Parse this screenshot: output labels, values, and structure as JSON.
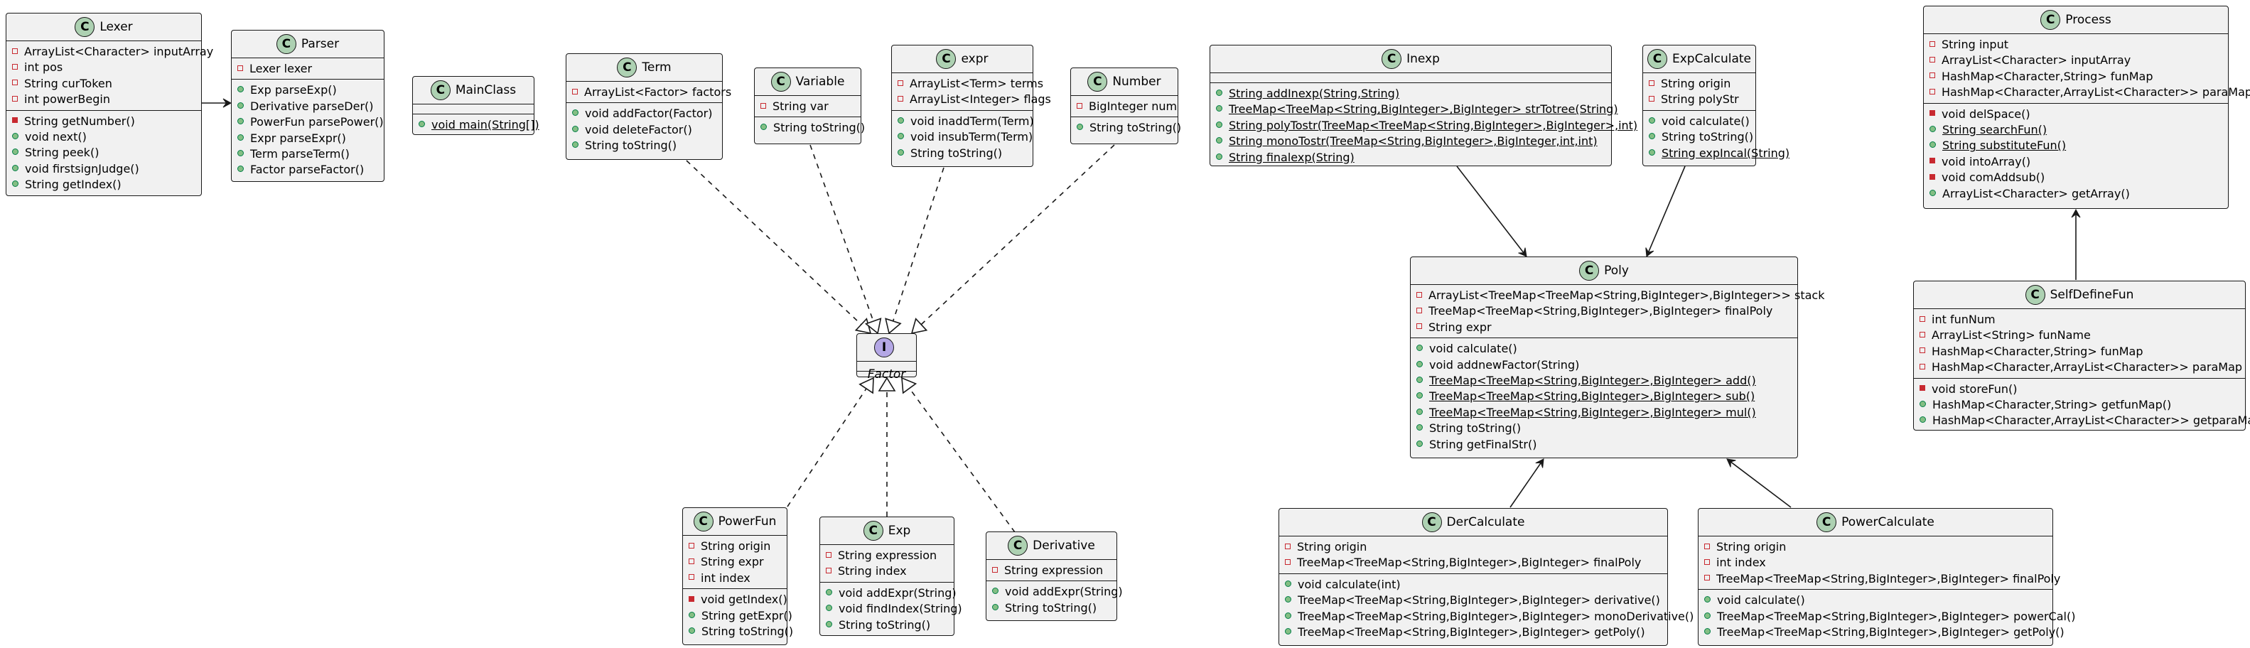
{
  "classes": [
    {
      "id": "Lexer",
      "kind": "class",
      "name": "Lexer",
      "fields": [
        {
          "vis": "private",
          "text": "ArrayList<Character> inputArray"
        },
        {
          "vis": "private",
          "text": "int pos"
        },
        {
          "vis": "private",
          "text": "String curToken"
        },
        {
          "vis": "private",
          "text": "int powerBegin"
        }
      ],
      "methods": [
        {
          "vis": "private",
          "text": "String getNumber()"
        },
        {
          "vis": "public",
          "text": "void next()"
        },
        {
          "vis": "public",
          "text": "String peek()"
        },
        {
          "vis": "public",
          "text": "void firstsignJudge()"
        },
        {
          "vis": "public",
          "text": "String getIndex()"
        }
      ]
    },
    {
      "id": "Parser",
      "kind": "class",
      "name": "Parser",
      "fields": [
        {
          "vis": "private",
          "text": "Lexer lexer"
        }
      ],
      "methods": [
        {
          "vis": "public",
          "text": "Exp parseExp()"
        },
        {
          "vis": "public",
          "text": "Derivative parseDer()"
        },
        {
          "vis": "public",
          "text": "PowerFun parsePower()"
        },
        {
          "vis": "public",
          "text": "Expr parseExpr()"
        },
        {
          "vis": "public",
          "text": "Term parseTerm()"
        },
        {
          "vis": "public",
          "text": "Factor parseFactor()"
        }
      ]
    },
    {
      "id": "MainClass",
      "kind": "class",
      "name": "MainClass",
      "fields": [],
      "methods": [
        {
          "vis": "public",
          "text": "void main(String[])",
          "static": true
        }
      ]
    },
    {
      "id": "Term",
      "kind": "class",
      "name": "Term",
      "fields": [
        {
          "vis": "private",
          "text": "ArrayList<Factor> factors"
        }
      ],
      "methods": [
        {
          "vis": "public",
          "text": "void addFactor(Factor)"
        },
        {
          "vis": "public",
          "text": "void deleteFactor()"
        },
        {
          "vis": "public",
          "text": "String toString()"
        }
      ]
    },
    {
      "id": "Variable",
      "kind": "class",
      "name": "Variable",
      "fields": [
        {
          "vis": "private",
          "text": "String var"
        }
      ],
      "methods": [
        {
          "vis": "public",
          "text": "String toString()"
        }
      ]
    },
    {
      "id": "expr",
      "kind": "class",
      "name": "expr",
      "fields": [
        {
          "vis": "private",
          "text": "ArrayList<Term> terms"
        },
        {
          "vis": "private",
          "text": "ArrayList<Integer> flags"
        }
      ],
      "methods": [
        {
          "vis": "public",
          "text": "void inaddTerm(Term)"
        },
        {
          "vis": "public",
          "text": "void insubTerm(Term)"
        },
        {
          "vis": "public",
          "text": "String toString()"
        }
      ]
    },
    {
      "id": "Number",
      "kind": "class",
      "name": "Number",
      "fields": [
        {
          "vis": "private",
          "text": "BigInteger num"
        }
      ],
      "methods": [
        {
          "vis": "public",
          "text": "String toString()"
        }
      ]
    },
    {
      "id": "Factor",
      "kind": "interface",
      "name": "Factor",
      "fields": [],
      "methods": []
    },
    {
      "id": "Inexp",
      "kind": "class",
      "name": "Inexp",
      "fields": [],
      "methods": [
        {
          "vis": "public",
          "text": "String addInexp(String,String)",
          "static": true
        },
        {
          "vis": "public",
          "text": "TreeMap<TreeMap<String,BigInteger>,BigInteger> strTotree(String)",
          "static": true
        },
        {
          "vis": "public",
          "text": "String polyTostr(TreeMap<TreeMap<String,BigInteger>,BigInteger>,int)",
          "static": true
        },
        {
          "vis": "public",
          "text": "String monoTostr(TreeMap<String,BigInteger>,BigInteger,int,int)",
          "static": true
        },
        {
          "vis": "public",
          "text": "String finalexp(String)",
          "static": true
        }
      ]
    },
    {
      "id": "ExpCalculate",
      "kind": "class",
      "name": "ExpCalculate",
      "fields": [
        {
          "vis": "private",
          "text": "String origin"
        },
        {
          "vis": "private",
          "text": "String polyStr"
        }
      ],
      "methods": [
        {
          "vis": "public",
          "text": "void calculate()"
        },
        {
          "vis": "public",
          "text": "String toString()"
        },
        {
          "vis": "public",
          "text": "String expIncal(String)",
          "static": true
        }
      ]
    },
    {
      "id": "Process",
      "kind": "class",
      "name": "Process",
      "fields": [
        {
          "vis": "private",
          "text": "String input"
        },
        {
          "vis": "private",
          "text": "ArrayList<Character> inputArray"
        },
        {
          "vis": "private",
          "text": "HashMap<Character,String> funMap"
        },
        {
          "vis": "private",
          "text": "HashMap<Character,ArrayList<Character>> paraMap"
        }
      ],
      "methods": [
        {
          "vis": "private",
          "text": "void delSpace()"
        },
        {
          "vis": "public",
          "text": "String searchFun()",
          "static": true
        },
        {
          "vis": "public",
          "text": "String substituteFun()",
          "static": true
        },
        {
          "vis": "private",
          "text": "void intoArray()"
        },
        {
          "vis": "private",
          "text": "void comAddsub()"
        },
        {
          "vis": "public",
          "text": "ArrayList<Character> getArray()"
        }
      ]
    },
    {
      "id": "Poly",
      "kind": "class",
      "name": "Poly",
      "fields": [
        {
          "vis": "private",
          "text": "ArrayList<TreeMap<TreeMap<String,BigInteger>,BigInteger>> stack"
        },
        {
          "vis": "private",
          "text": "TreeMap<TreeMap<String,BigInteger>,BigInteger> finalPoly"
        },
        {
          "vis": "private",
          "text": "String expr"
        }
      ],
      "methods": [
        {
          "vis": "public",
          "text": "void calculate()"
        },
        {
          "vis": "public",
          "text": "void addnewFactor(String)"
        },
        {
          "vis": "public",
          "text": "TreeMap<TreeMap<String,BigInteger>,BigInteger> add()",
          "static": true
        },
        {
          "vis": "public",
          "text": "TreeMap<TreeMap<String,BigInteger>,BigInteger> sub()",
          "static": true
        },
        {
          "vis": "public",
          "text": "TreeMap<TreeMap<String,BigInteger>,BigInteger> mul()",
          "static": true
        },
        {
          "vis": "public",
          "text": "String toString()"
        },
        {
          "vis": "public",
          "text": "String getFinalStr()"
        }
      ]
    },
    {
      "id": "SelfDefineFun",
      "kind": "class",
      "name": "SelfDefineFun",
      "fields": [
        {
          "vis": "private",
          "text": "int funNum"
        },
        {
          "vis": "private",
          "text": "ArrayList<String> funName"
        },
        {
          "vis": "private",
          "text": "HashMap<Character,String> funMap"
        },
        {
          "vis": "private",
          "text": "HashMap<Character,ArrayList<Character>> paraMap"
        }
      ],
      "methods": [
        {
          "vis": "private",
          "text": "void storeFun()"
        },
        {
          "vis": "public",
          "text": "HashMap<Character,String> getfunMap()"
        },
        {
          "vis": "public",
          "text": "HashMap<Character,ArrayList<Character>> getparaMap()"
        }
      ]
    },
    {
      "id": "PowerFun",
      "kind": "class",
      "name": "PowerFun",
      "fields": [
        {
          "vis": "private",
          "text": "String origin"
        },
        {
          "vis": "private",
          "text": "String expr"
        },
        {
          "vis": "private",
          "text": "int index"
        }
      ],
      "methods": [
        {
          "vis": "private",
          "text": "void getIndex()"
        },
        {
          "vis": "public",
          "text": "String getExpr()"
        },
        {
          "vis": "public",
          "text": "String toString()"
        }
      ]
    },
    {
      "id": "Exp",
      "kind": "class",
      "name": "Exp",
      "fields": [
        {
          "vis": "private",
          "text": "String expression"
        },
        {
          "vis": "private",
          "text": "String index"
        }
      ],
      "methods": [
        {
          "vis": "public",
          "text": "void addExpr(String)"
        },
        {
          "vis": "public",
          "text": "void findIndex(String)"
        },
        {
          "vis": "public",
          "text": "String toString()"
        }
      ]
    },
    {
      "id": "Derivative",
      "kind": "class",
      "name": "Derivative",
      "fields": [
        {
          "vis": "private",
          "text": "String expression"
        }
      ],
      "methods": [
        {
          "vis": "public",
          "text": "void addExpr(String)"
        },
        {
          "vis": "public",
          "text": "String toString()"
        }
      ]
    },
    {
      "id": "DerCalculate",
      "kind": "class",
      "name": "DerCalculate",
      "fields": [
        {
          "vis": "private",
          "text": "String origin"
        },
        {
          "vis": "private",
          "text": "TreeMap<TreeMap<String,BigInteger>,BigInteger> finalPoly"
        }
      ],
      "methods": [
        {
          "vis": "public",
          "text": "void calculate(int)"
        },
        {
          "vis": "public",
          "text": "TreeMap<TreeMap<String,BigInteger>,BigInteger> derivative()"
        },
        {
          "vis": "public",
          "text": "TreeMap<TreeMap<String,BigInteger>,BigInteger> monoDerivative()"
        },
        {
          "vis": "public",
          "text": "TreeMap<TreeMap<String,BigInteger>,BigInteger> getPoly()"
        }
      ]
    },
    {
      "id": "PowerCalculate",
      "kind": "class",
      "name": "PowerCalculate",
      "fields": [
        {
          "vis": "private",
          "text": "String origin"
        },
        {
          "vis": "private",
          "text": "int index"
        },
        {
          "vis": "private",
          "text": "TreeMap<TreeMap<String,BigInteger>,BigInteger> finalPoly"
        }
      ],
      "methods": [
        {
          "vis": "public",
          "text": "void calculate()"
        },
        {
          "vis": "public",
          "text": "TreeMap<TreeMap<String,BigInteger>,BigInteger> powerCal()"
        },
        {
          "vis": "public",
          "text": "TreeMap<TreeMap<String,BigInteger>,BigInteger> getPoly()"
        }
      ]
    }
  ],
  "relations": [
    {
      "from": "Lexer",
      "to": "Parser",
      "type": "association"
    },
    {
      "from": "Term",
      "to": "Factor",
      "type": "realization"
    },
    {
      "from": "Variable",
      "to": "Factor",
      "type": "realization"
    },
    {
      "from": "expr",
      "to": "Factor",
      "type": "realization"
    },
    {
      "from": "Number",
      "to": "Factor",
      "type": "realization"
    },
    {
      "from": "PowerFun",
      "to": "Factor",
      "type": "realization"
    },
    {
      "from": "Exp",
      "to": "Factor",
      "type": "realization"
    },
    {
      "from": "Derivative",
      "to": "Factor",
      "type": "realization"
    },
    {
      "from": "Inexp",
      "to": "Poly",
      "type": "association"
    },
    {
      "from": "ExpCalculate",
      "to": "Poly",
      "type": "association"
    },
    {
      "from": "DerCalculate",
      "to": "Poly",
      "type": "association"
    },
    {
      "from": "PowerCalculate",
      "to": "Poly",
      "type": "association"
    },
    {
      "from": "SelfDefineFun",
      "to": "Process",
      "type": "association"
    }
  ],
  "colors": {
    "class_badge": "#add1b2",
    "interface_badge": "#b4a7e5",
    "box_fill": "#f1f1f1",
    "line": "#181818",
    "private": "#c82930",
    "public": "#038048"
  },
  "badge_letters": {
    "class": "C",
    "interface": "I"
  }
}
